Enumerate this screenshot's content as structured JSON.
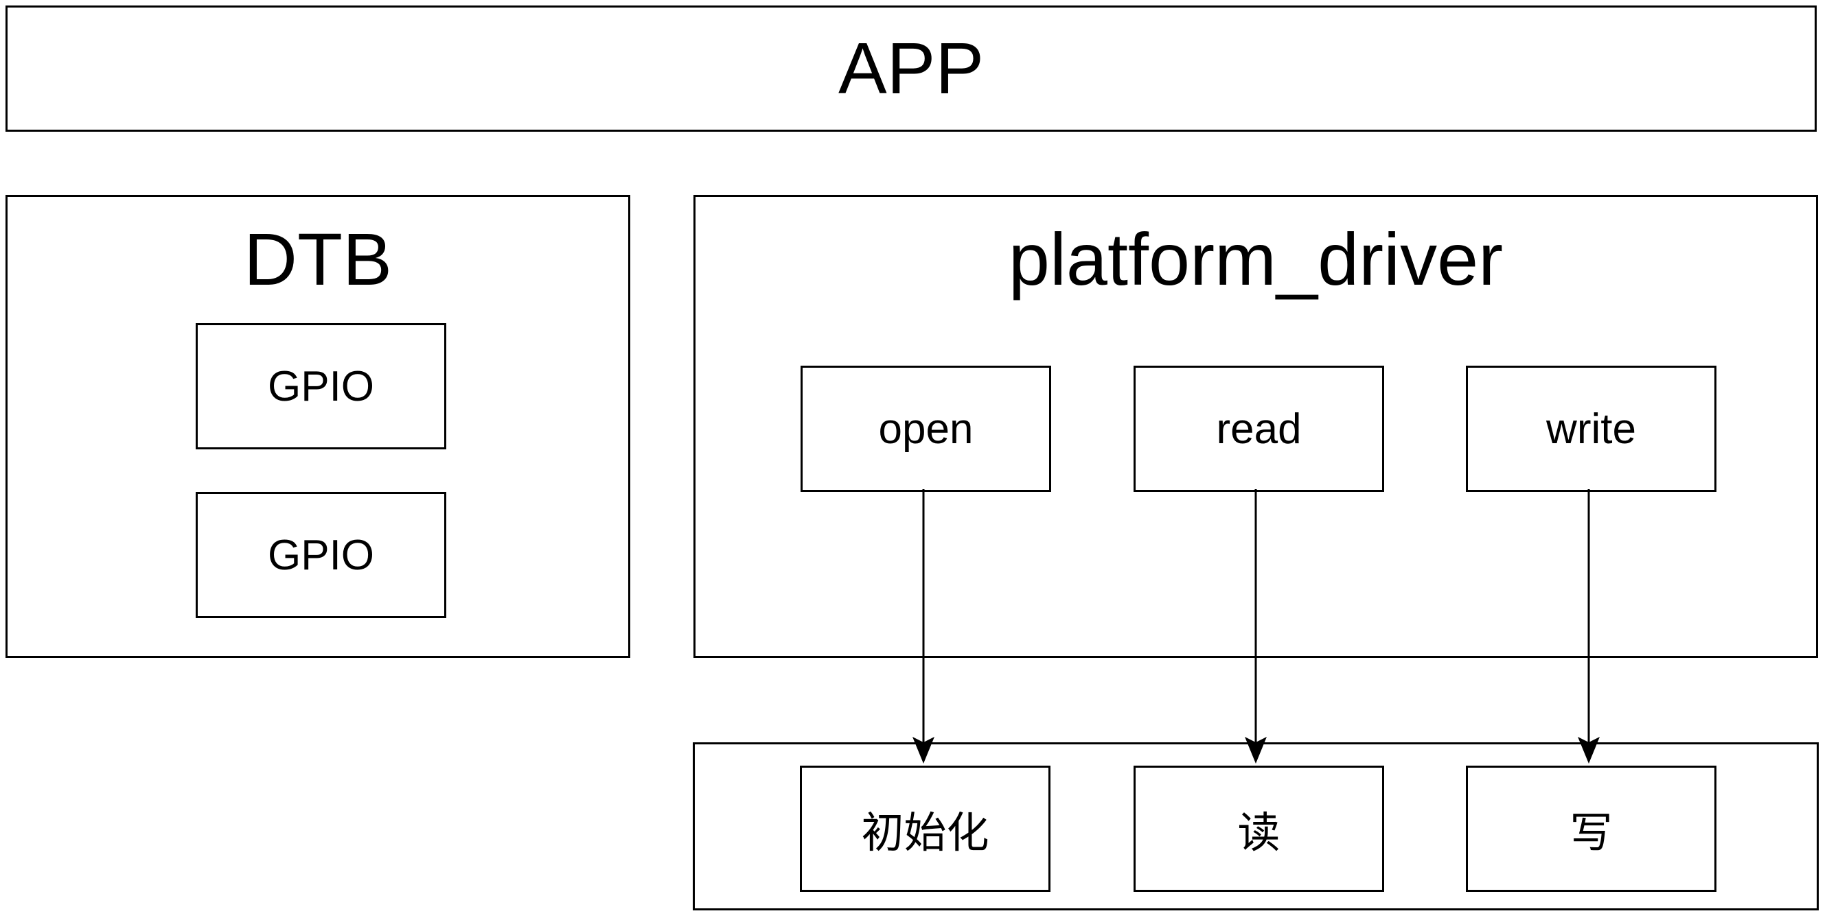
{
  "diagram": {
    "app": {
      "label": "APP"
    },
    "dtb": {
      "label": "DTB",
      "nodes": [
        {
          "label": "GPIO"
        },
        {
          "label": "GPIO"
        }
      ]
    },
    "platform_driver": {
      "label": "platform_driver",
      "functions": [
        {
          "label": "open"
        },
        {
          "label": "read"
        },
        {
          "label": "write"
        }
      ]
    },
    "hardware_ops": [
      {
        "label": "初始化"
      },
      {
        "label": "读"
      },
      {
        "label": "写"
      }
    ],
    "connections": [
      {
        "from": "open",
        "to": "初始化"
      },
      {
        "from": "read",
        "to": "读"
      },
      {
        "from": "write",
        "to": "写"
      }
    ],
    "colors": {
      "line": "#000000",
      "background": "#ffffff"
    }
  }
}
